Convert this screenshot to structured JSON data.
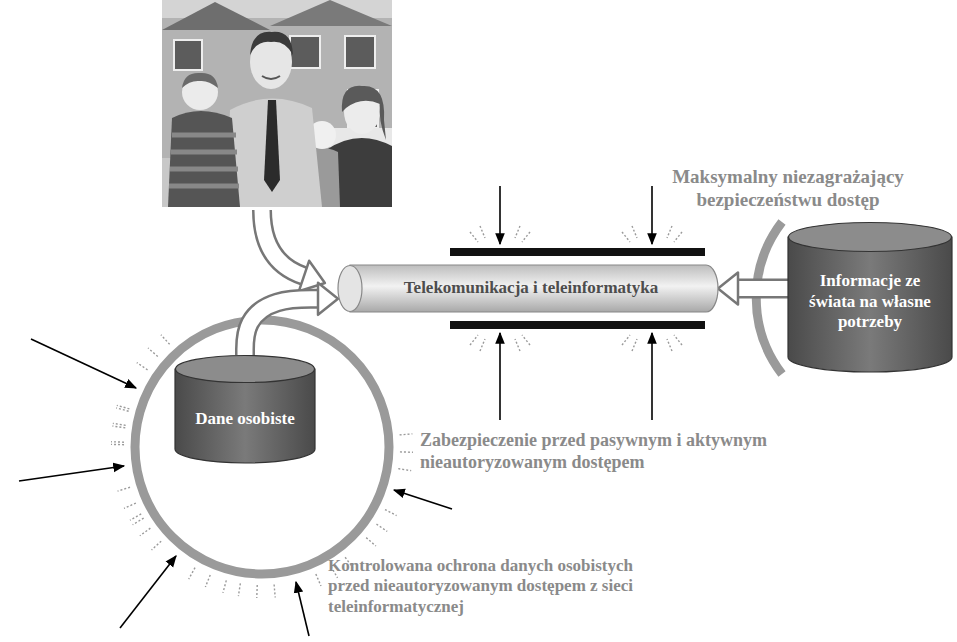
{
  "diagram": {
    "nodes": [
      {
        "text": [
          "Telekomunikacja i teleinformatyka"
        ]
      },
      {
        "text": [
          "Informacje ze świata na własne potrzeby"
        ]
      },
      {
        "text": [
          "Dane osobiste"
        ]
      }
    ],
    "edges": [
      {
        "from": 2,
        "to": 0,
        "arrow": "to"
      },
      {
        "from": 1,
        "to": 0,
        "arrow": "to"
      }
    ],
    "labels": [
      "Maksymalny niezagrażający bezpieczeństwu dostęp",
      "Zabezpieczenie przed pasywnym i aktywnym nieautoryzowanym dostępem",
      "Kontrolowana ochrona danych osobistych przed nieautoryzowanym dostępem z sieci teleinformatycznej"
    ]
  }
}
